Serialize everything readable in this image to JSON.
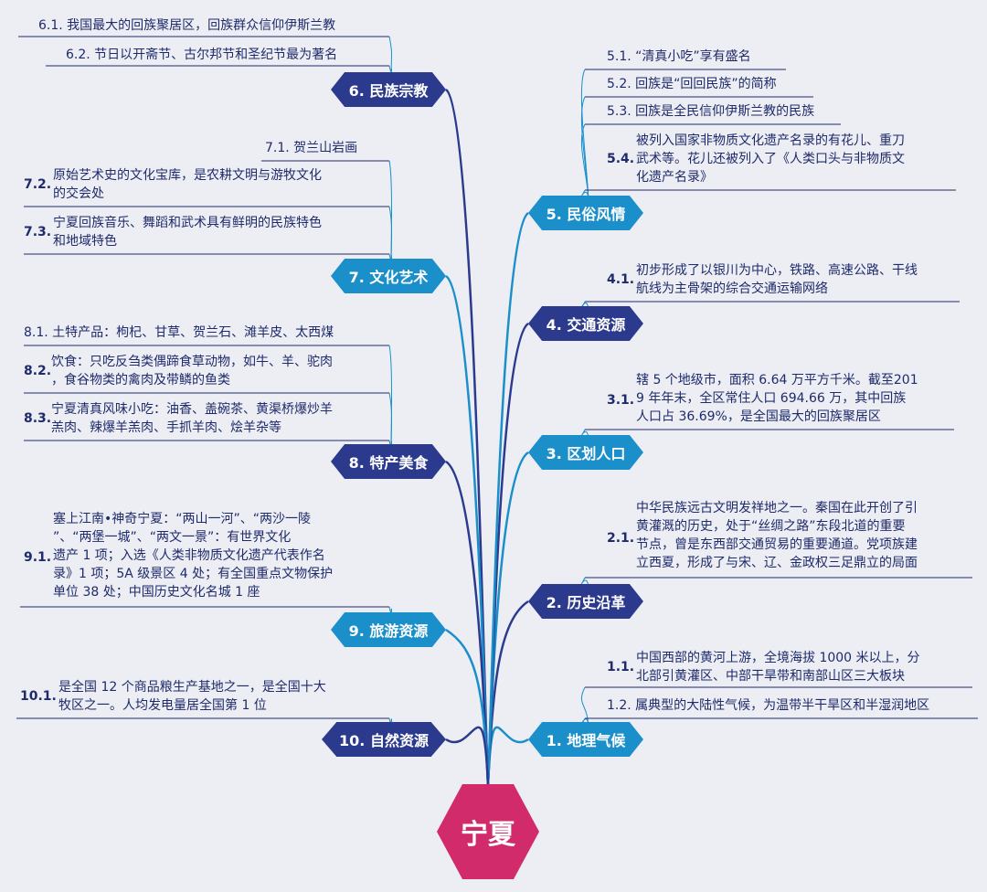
{
  "center": "宁夏",
  "branches": {
    "b1": {
      "label": "1. 地理气候",
      "leaves": [
        {
          "num": "1.1.",
          "text": "中国西部的黄河上游，全境海拔 1000 米以上，分\n北部引黄灌区、中部干旱带和南部山区三大板块"
        },
        {
          "num": "",
          "text": "1.2. 属典型的大陆性气候，为温带半干旱区和半湿润地区"
        }
      ]
    },
    "b2": {
      "label": "2. 历史沿革",
      "leaves": [
        {
          "num": "2.1.",
          "text": "中华民族远古文明发祥地之一。秦国在此开创了引\n黄灌溉的历史，处于“丝绸之路”东段北道的重要\n节点，曾是东西部交通贸易的重要通道。党项族建\n立西夏，形成了与宋、辽、金政权三足鼎立的局面"
        }
      ]
    },
    "b3": {
      "label": "3. 区划人口",
      "leaves": [
        {
          "num": "3.1.",
          "text": "辖 5 个地级市，面积 6.64 万平方千米。截至201\n9 年年末，全区常住人口 694.66 万，其中回族\n人口占 36.69%，是全国最大的回族聚居区"
        }
      ]
    },
    "b4": {
      "label": "4. 交通资源",
      "leaves": [
        {
          "num": "4.1.",
          "text": "初步形成了以银川为中心，铁路、高速公路、干线\n航线为主骨架的综合交通运输网络"
        }
      ]
    },
    "b5": {
      "label": "5. 民俗风情",
      "leaves": [
        {
          "num": "",
          "text": "5.1. “清真小吃”享有盛名"
        },
        {
          "num": "",
          "text": "5.2. 回族是“回回民族”的简称"
        },
        {
          "num": "",
          "text": "5.3. 回族是全民信仰伊斯兰教的民族"
        },
        {
          "num": "5.4.",
          "text": "被列入国家非物质文化遗产名录的有花儿、重刀\n武术等。花儿还被列入了《人类口头与非物质文\n化遗产名录》"
        }
      ]
    },
    "b6": {
      "label": "6. 民族宗教",
      "leaves": [
        {
          "num": "",
          "text": "6.1. 我国最大的回族聚居区，回族群众信仰伊斯兰教"
        },
        {
          "num": "",
          "text": "6.2. 节日以开斋节、古尔邦节和圣纪节最为著名"
        }
      ]
    },
    "b7": {
      "label": "7. 文化艺术",
      "leaves": [
        {
          "num": "",
          "text": "7.1. 贺兰山岩画"
        },
        {
          "num": "7.2.",
          "text": "原始艺术史的文化宝库，是农耕文明与游牧文化\n的交会处"
        },
        {
          "num": "7.3.",
          "text": "宁夏回族音乐、舞蹈和武术具有鲜明的民族特色\n和地域特色"
        }
      ]
    },
    "b8": {
      "label": "8. 特产美食",
      "leaves": [
        {
          "num": "",
          "text": "8.1. 土特产品：枸杞、甘草、贺兰石、滩羊皮、太西煤"
        },
        {
          "num": "8.2.",
          "text": "饮食：只吃反刍类偶蹄食草动物，如牛、羊、驼肉\n，食谷物类的禽肉及带鳞的鱼类"
        },
        {
          "num": "8.3.",
          "text": "宁夏清真风味小吃：油香、盖碗茶、黄渠桥爆炒羊\n羔肉、辣爆羊羔肉、手抓羊肉、烩羊杂等"
        }
      ]
    },
    "b9": {
      "label": "9. 旅游资源",
      "leaves": [
        {
          "num": "9.1.",
          "text": "塞上江南•神奇宁夏：“两山一河”、“两沙一陵\n”、“两堡一城”、“两文一景”：有世界文化\n遗产 1 项；入选《人类非物质文化遗产代表作名\n录》1 项；5A 级景区 4 处；有全国重点文物保护\n单位 38 处；中国历史文化名城 1 座"
        }
      ]
    },
    "b10": {
      "label": "10. 自然资源",
      "leaves": [
        {
          "num": "10.1.",
          "text": "是全国 12 个商品粮生产基地之一，是全国十大\n牧区之一。人均发电量居全国第 1 位"
        }
      ]
    }
  },
  "colors": {
    "navy": "#2c3a8e",
    "teal": "#1a8fca",
    "center": "#d22b6c",
    "text": "#1f2a6b",
    "background": "#eceef4"
  }
}
